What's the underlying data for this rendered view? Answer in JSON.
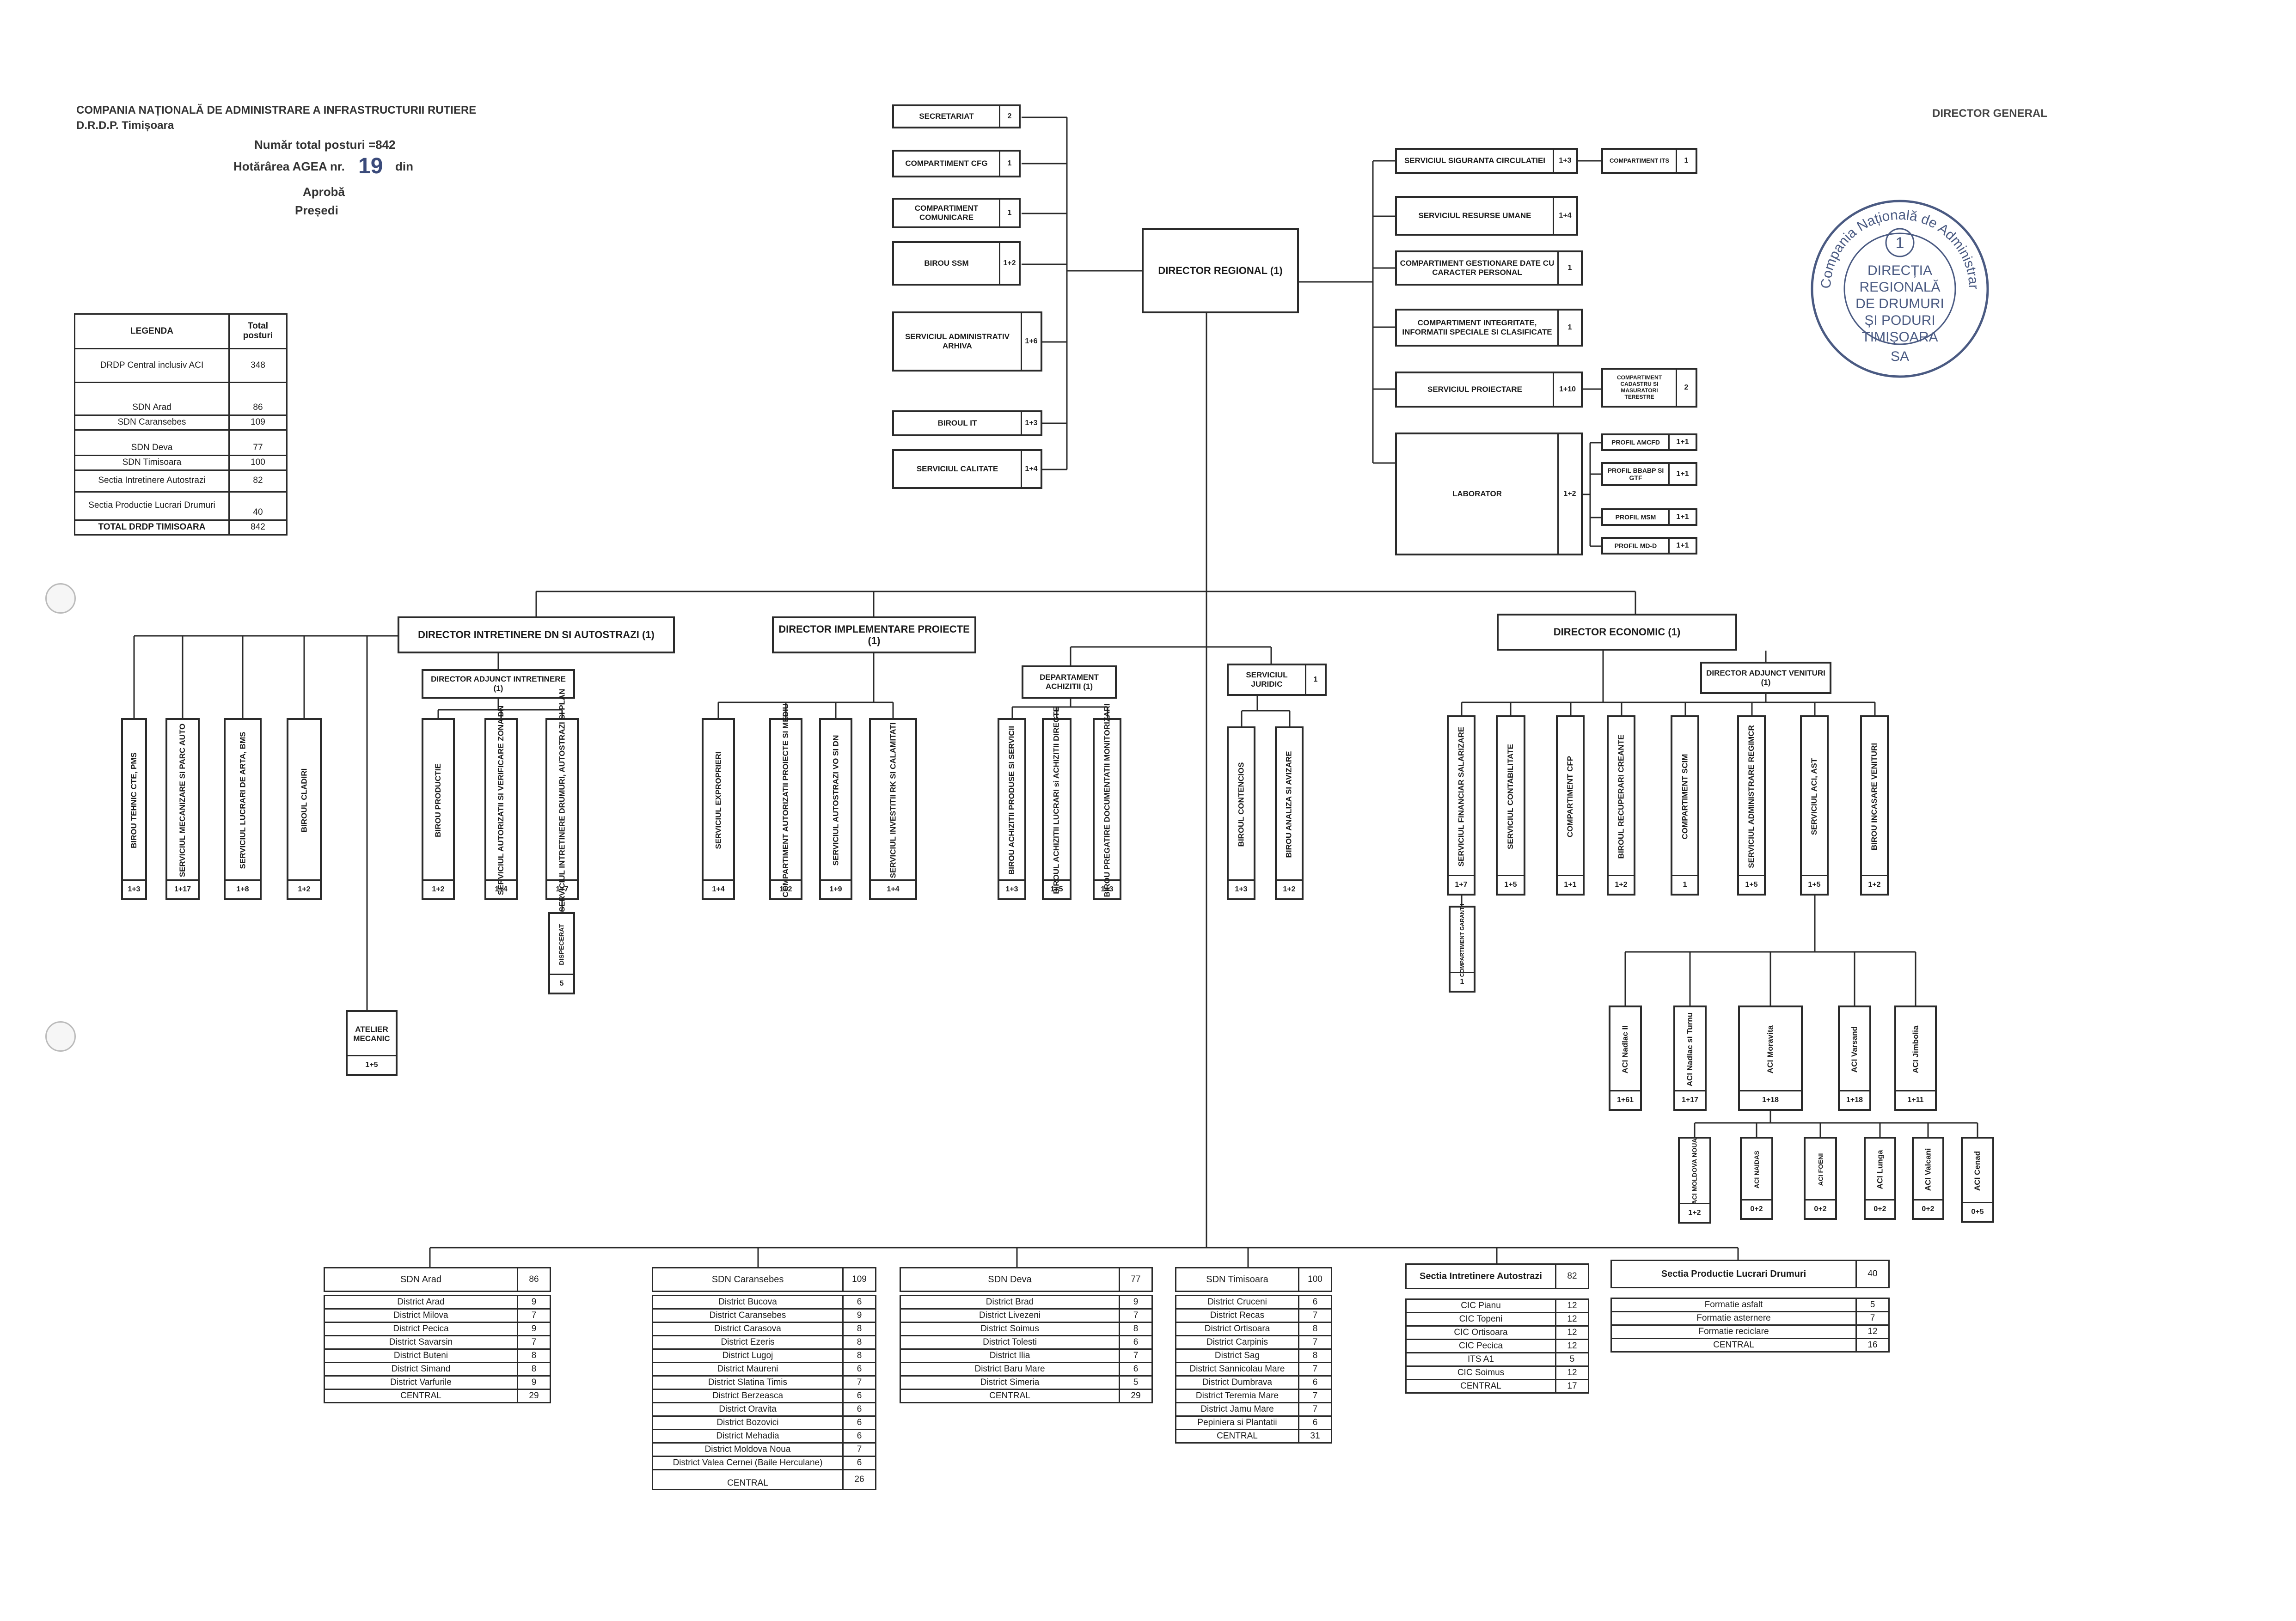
{
  "header": {
    "company": "COMPANIA NAȚIONALĂ DE ADMINISTRARE A INFRASTRUCTURII RUTIERE",
    "drdp": "D.R.D.P. Timișoara",
    "total_posts": "Număr total posturi =842",
    "hotararea": "Hotărârea AGEA nr.",
    "hotararea_nr": "19",
    "din": "din",
    "aprob": "Aprobă",
    "presedinte": "Președi",
    "director_general": "DIRECTOR GENERAL"
  },
  "legend": {
    "col1": "LEGENDA",
    "col2": "Total posturi",
    "rows": [
      {
        "label": "DRDP Central inclusiv ACI",
        "value": "348"
      },
      {
        "label": "SDN Arad",
        "value": "86"
      },
      {
        "label": "SDN Caransebes",
        "value": "109"
      },
      {
        "label": "SDN Deva",
        "value": "77"
      },
      {
        "label": "SDN Timisoara",
        "value": "100"
      },
      {
        "label": "Sectia Intretinere Autostrazi",
        "value": "82"
      },
      {
        "label": "Sectia Productie Lucrari Drumuri",
        "value": "40"
      },
      {
        "label": "TOTAL DRDP TIMISOARA",
        "value": "842"
      }
    ]
  },
  "director_regional": "DIRECTOR REGIONAL (1)",
  "left_staff": [
    {
      "label": "SECRETARIAT",
      "count": "2"
    },
    {
      "label": "COMPARTIMENT CFG",
      "count": "1"
    },
    {
      "label": "COMPARTIMENT COMUNICARE",
      "count": "1"
    },
    {
      "label": "BIROU SSM",
      "count": "1+2"
    },
    {
      "label": "SERVICIUL ADMINISTRATIV ARHIVA",
      "count": "1+6"
    },
    {
      "label": "BIROUL IT",
      "count": "1+3"
    },
    {
      "label": "SERVICIUL CALITATE",
      "count": "1+4"
    }
  ],
  "right_staff": [
    {
      "label": "SERVICIUL SIGURANTA CIRCULATIEI",
      "count": "1+3"
    },
    {
      "label": "SERVICIUL RESURSE UMANE",
      "count": "1+4"
    },
    {
      "label": "COMPARTIMENT GESTIONARE DATE CU CARACTER PERSONAL",
      "count": "1"
    },
    {
      "label": "COMPARTIMENT INTEGRITATE, INFORMATII SPECIALE SI CLASIFICATE",
      "count": "1"
    },
    {
      "label": "SERVICIUL PROIECTARE",
      "count": "1+10"
    },
    {
      "label": "LABORATOR",
      "count": "1+2"
    }
  ],
  "right_sub": [
    {
      "label": "COMPARTIMENT ITS",
      "count": "1"
    },
    {
      "label": "COMPARTIMENT CADASTRU SI MASURATORI TERESTRE",
      "count": "2"
    },
    {
      "label": "PROFIL AMCFD",
      "count": "1+1"
    },
    {
      "label": "PROFIL BBABP SI GTF",
      "count": "1+1"
    },
    {
      "label": "PROFIL MSM",
      "count": "1+1"
    },
    {
      "label": "PROFIL MD-D",
      "count": "1+1"
    }
  ],
  "directors": [
    "DIRECTOR INTRETINERE DN SI AUTOSTRAZI (1)",
    "DIRECTOR IMPLEMENTARE PROIECTE (1)",
    "DIRECTOR ECONOMIC (1)"
  ],
  "deputies": [
    "DIRECTOR ADJUNCT INTRETINERE (1)",
    "DIRECTOR ADJUNCT VENITURI (1)"
  ],
  "departament_achizitii": "DEPARTAMENT ACHIZITII (1)",
  "serviciul_juridic": {
    "label": "SERVICIUL JURIDIC",
    "count": "1"
  },
  "units": [
    {
      "label": "BIROU TEHNIC CTE, PMS",
      "count": "1+3"
    },
    {
      "label": "SERVICIUL MECANIZARE SI PARC AUTO",
      "count": "1+17"
    },
    {
      "label": "SERVICIUL LUCRARI DE ARTA, BMS",
      "count": "1+8"
    },
    {
      "label": "BIROUL CLADIRI",
      "count": "1+2"
    },
    {
      "label": "BIROU PRODUCTIE",
      "count": "1+2"
    },
    {
      "label": "SERVICIUL AUTORIZATII SI VERIFICARE ZONA DN",
      "count": "1+4"
    },
    {
      "label": "SERVICIUL INTRETINERE DRUMURI, AUTOSTRAZI SI PLAN",
      "count": "1+7"
    },
    {
      "label": "SERVICIUL EXPROPRIERI",
      "count": "1+4"
    },
    {
      "label": "COMPARTIMENT AUTORIZATII PROIECTE SI MEDIU",
      "count": "1+2"
    },
    {
      "label": "SERVICIUL AUTOSTRAZI VO SI DN",
      "count": "1+9"
    },
    {
      "label": "SERVICIUL INVESTITII RK SI CALAMITATI",
      "count": "1+4"
    },
    {
      "label": "BIROU ACHIZITII PRODUSE SI SERVICII",
      "count": "1+3"
    },
    {
      "label": "BIROUL ACHIZITII LUCRARI si ACHIZITII DIRECTE",
      "count": "1+5"
    },
    {
      "label": "BIROU PREGATIRE DOCUMENTATII MONITORIZARI",
      "count": "1+3"
    },
    {
      "label": "BIROUL CONTENCIOS",
      "count": "1+3"
    },
    {
      "label": "BIROU ANALIZA SI AVIZARE",
      "count": "1+2"
    },
    {
      "label": "SERVICIUL FINANCIAR SALARIZARE",
      "count": "1+7"
    },
    {
      "label": "SERVICIUL CONTABILITATE",
      "count": "1+5"
    },
    {
      "label": "COMPARTIMENT CFP",
      "count": "1+1"
    },
    {
      "label": "BIROUL RECUPERARI CREANTE",
      "count": "1+2"
    },
    {
      "label": "COMPARTIMENT SCIM",
      "count": "1"
    },
    {
      "label": "SERVICIUL ADMINISTRARE REGIMCR",
      "count": "1+5"
    },
    {
      "label": "SERVICIUL ACI, AST",
      "count": "1+5"
    },
    {
      "label": "BIROU INCASARE VENITURI",
      "count": "1+2"
    }
  ],
  "dispecerat": {
    "label": "DISPECERAT",
    "count": "5"
  },
  "compartiment_garantii": {
    "label": "COMPARTIMENT GARANTII",
    "count": "1"
  },
  "atelier": {
    "label": "ATELIER MECANIC",
    "count": "1+5"
  },
  "aci_top": [
    {
      "label": "ACI Nadlac II",
      "count": "1+61"
    },
    {
      "label": "ACI Nadlac si Turnu",
      "count": "1+17"
    },
    {
      "label": "ACI Moravita",
      "count": "1+18"
    },
    {
      "label": "ACI Varsand",
      "count": "1+18"
    },
    {
      "label": "ACI Jimbolia",
      "count": "1+11"
    }
  ],
  "aci_bottom": [
    {
      "label": "ACI MOLDOVA NOUA",
      "count": "1+2"
    },
    {
      "label": "ACI NAIDAS",
      "count": "0+2"
    },
    {
      "label": "ACI FOENI",
      "count": "0+2"
    },
    {
      "label": "ACI Lunga",
      "count": "0+2"
    },
    {
      "label": "ACI Valcani",
      "count": "0+2"
    },
    {
      "label": "ACI Cenad",
      "count": "0+5"
    }
  ],
  "sdn_tables": [
    {
      "title": "SDN Arad",
      "total": "86",
      "rows": [
        {
          "name": "District Arad",
          "n": "9"
        },
        {
          "name": "District Milova",
          "n": "7"
        },
        {
          "name": "District Pecica",
          "n": "9"
        },
        {
          "name": "District Savarsin",
          "n": "7"
        },
        {
          "name": "District Buteni",
          "n": "8"
        },
        {
          "name": "District Simand",
          "n": "8"
        },
        {
          "name": "District Varfurile",
          "n": "9"
        },
        {
          "name": "CENTRAL",
          "n": "29"
        }
      ]
    },
    {
      "title": "SDN Caransebes",
      "total": "109",
      "rows": [
        {
          "name": "District Bucova",
          "n": "6"
        },
        {
          "name": "District Caransebes",
          "n": "9"
        },
        {
          "name": "District Carasova",
          "n": "8"
        },
        {
          "name": "District Ezeris",
          "n": "8"
        },
        {
          "name": "District Lugoj",
          "n": "8"
        },
        {
          "name": "District Maureni",
          "n": "6"
        },
        {
          "name": "District Slatina Timis",
          "n": "7"
        },
        {
          "name": "District Berzeasca",
          "n": "6"
        },
        {
          "name": "District Oravita",
          "n": "6"
        },
        {
          "name": "District Bozovici",
          "n": "6"
        },
        {
          "name": "District Mehadia",
          "n": "6"
        },
        {
          "name": "District Moldova Noua",
          "n": "7"
        },
        {
          "name": "District Valea Cernei (Baile Herculane)",
          "n": "6"
        },
        {
          "name": "CENTRAL",
          "n": "26"
        }
      ]
    },
    {
      "title": "SDN Deva",
      "total": "77",
      "rows": [
        {
          "name": "District Brad",
          "n": "9"
        },
        {
          "name": "District Livezeni",
          "n": "7"
        },
        {
          "name": "District Soimus",
          "n": "8"
        },
        {
          "name": "District Tolesti",
          "n": "6"
        },
        {
          "name": "District Ilia",
          "n": "7"
        },
        {
          "name": "District Baru Mare",
          "n": "6"
        },
        {
          "name": "District Simeria",
          "n": "5"
        },
        {
          "name": "CENTRAL",
          "n": "29"
        }
      ]
    },
    {
      "title": "SDN Timisoara",
      "total": "100",
      "rows": [
        {
          "name": "District Cruceni",
          "n": "6"
        },
        {
          "name": "District Recas",
          "n": "7"
        },
        {
          "name": "District Ortisoara",
          "n": "8"
        },
        {
          "name": "District Carpinis",
          "n": "7"
        },
        {
          "name": "District Sag",
          "n": "8"
        },
        {
          "name": "District Sannicolau Mare",
          "n": "7"
        },
        {
          "name": "District Dumbrava",
          "n": "6"
        },
        {
          "name": "District Teremia Mare",
          "n": "7"
        },
        {
          "name": "District Jamu Mare",
          "n": "7"
        },
        {
          "name": "Pepiniera si Plantatii",
          "n": "6"
        },
        {
          "name": "CENTRAL",
          "n": "31"
        }
      ]
    },
    {
      "title": "Sectia Intretinere Autostrazi",
      "total": "82",
      "rows": [
        {
          "name": "CIC Pianu",
          "n": "12"
        },
        {
          "name": "CIC Topeni",
          "n": "12"
        },
        {
          "name": "CIC Ortisoara",
          "n": "12"
        },
        {
          "name": "CIC Pecica",
          "n": "12"
        },
        {
          "name": "ITS A1",
          "n": "5"
        },
        {
          "name": "CIC Soimus",
          "n": "12"
        },
        {
          "name": "CENTRAL",
          "n": "17"
        }
      ]
    },
    {
      "title": "Sectia Productie Lucrari Drumuri",
      "total": "40",
      "rows": [
        {
          "name": "Formatie asfalt",
          "n": "5"
        },
        {
          "name": "Formatie asternere",
          "n": "7"
        },
        {
          "name": "Formatie reciclare",
          "n": "12"
        },
        {
          "name": "CENTRAL",
          "n": "16"
        }
      ]
    }
  ],
  "stamp": {
    "ring": "Compania Națională de Administrare a Infrastructurii Rutiere",
    "lines": [
      "DIRECȚIA",
      "REGIONALĂ",
      "DE DRUMURI",
      "ȘI PODURI",
      "TIMIȘOARA",
      "SA"
    ],
    "digit": "1",
    "color": "#4a5a82"
  }
}
